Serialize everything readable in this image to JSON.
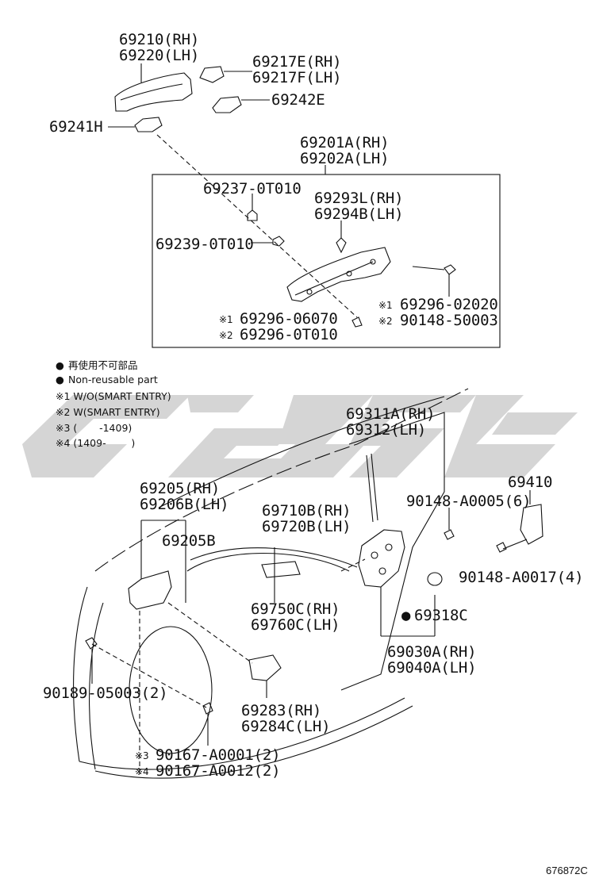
{
  "watermark_colors": [
    "#d3d3d3"
  ],
  "parts": {
    "p69210": "69210(RH)",
    "p69220": "69220(LH)",
    "p69217E": "69217E(RH)",
    "p69217F": "69217F(LH)",
    "p69242E": "69242E",
    "p69241H": "69241H",
    "p69201A": "69201A(RH)",
    "p69202A": "69202A(LH)",
    "p69237": "69237-0T010",
    "p69293L": "69293L(RH)",
    "p69294B": "69294B(LH)",
    "p69239": "69239-0T010",
    "p69296_02020": "69296-02020",
    "p90148_50003": "90148-50003",
    "p69296_06070": "69296-06070",
    "p69296_0T010": "69296-0T010",
    "p69311A": "69311A(RH)",
    "p69312": "69312(LH)",
    "p69205": "69205(RH)",
    "p69206B": "69206B(LH)",
    "p69205B": "69205B",
    "p69710B": "69710B(RH)",
    "p69720B": "69720B(LH)",
    "p69410": "69410",
    "p90148_A0005": "90148-A0005(6)",
    "p90148_A0017": "90148-A0017(4)",
    "p69750C": "69750C(RH)",
    "p69760C": "69760C(LH)",
    "p69318C": "69318C",
    "p69030A": "69030A(RH)",
    "p69040A": "69040A(LH)",
    "p90189": "90189-05003(2)",
    "p69283": "69283(RH)",
    "p69284C": "69284C(LH)",
    "p90167_A0001": "90167-A0001(2)",
    "p90167_A0012": "90167-A0012(2)"
  },
  "marks": {
    "m1": "※1",
    "m2": "※2",
    "m3": "※3",
    "m4": "※4",
    "bullet": "●"
  },
  "legend": {
    "bullet": "●",
    "nonreusable_jp": "再使用不可部品",
    "nonreusable_en": "Non-reusable part",
    "note1": "※1 W/O(SMART ENTRY)",
    "note2": "※2 W(SMART ENTRY)",
    "note3": "※3 (       -1409)",
    "note4": "※4 (1409-        )"
  },
  "diagram_code": "676872C"
}
